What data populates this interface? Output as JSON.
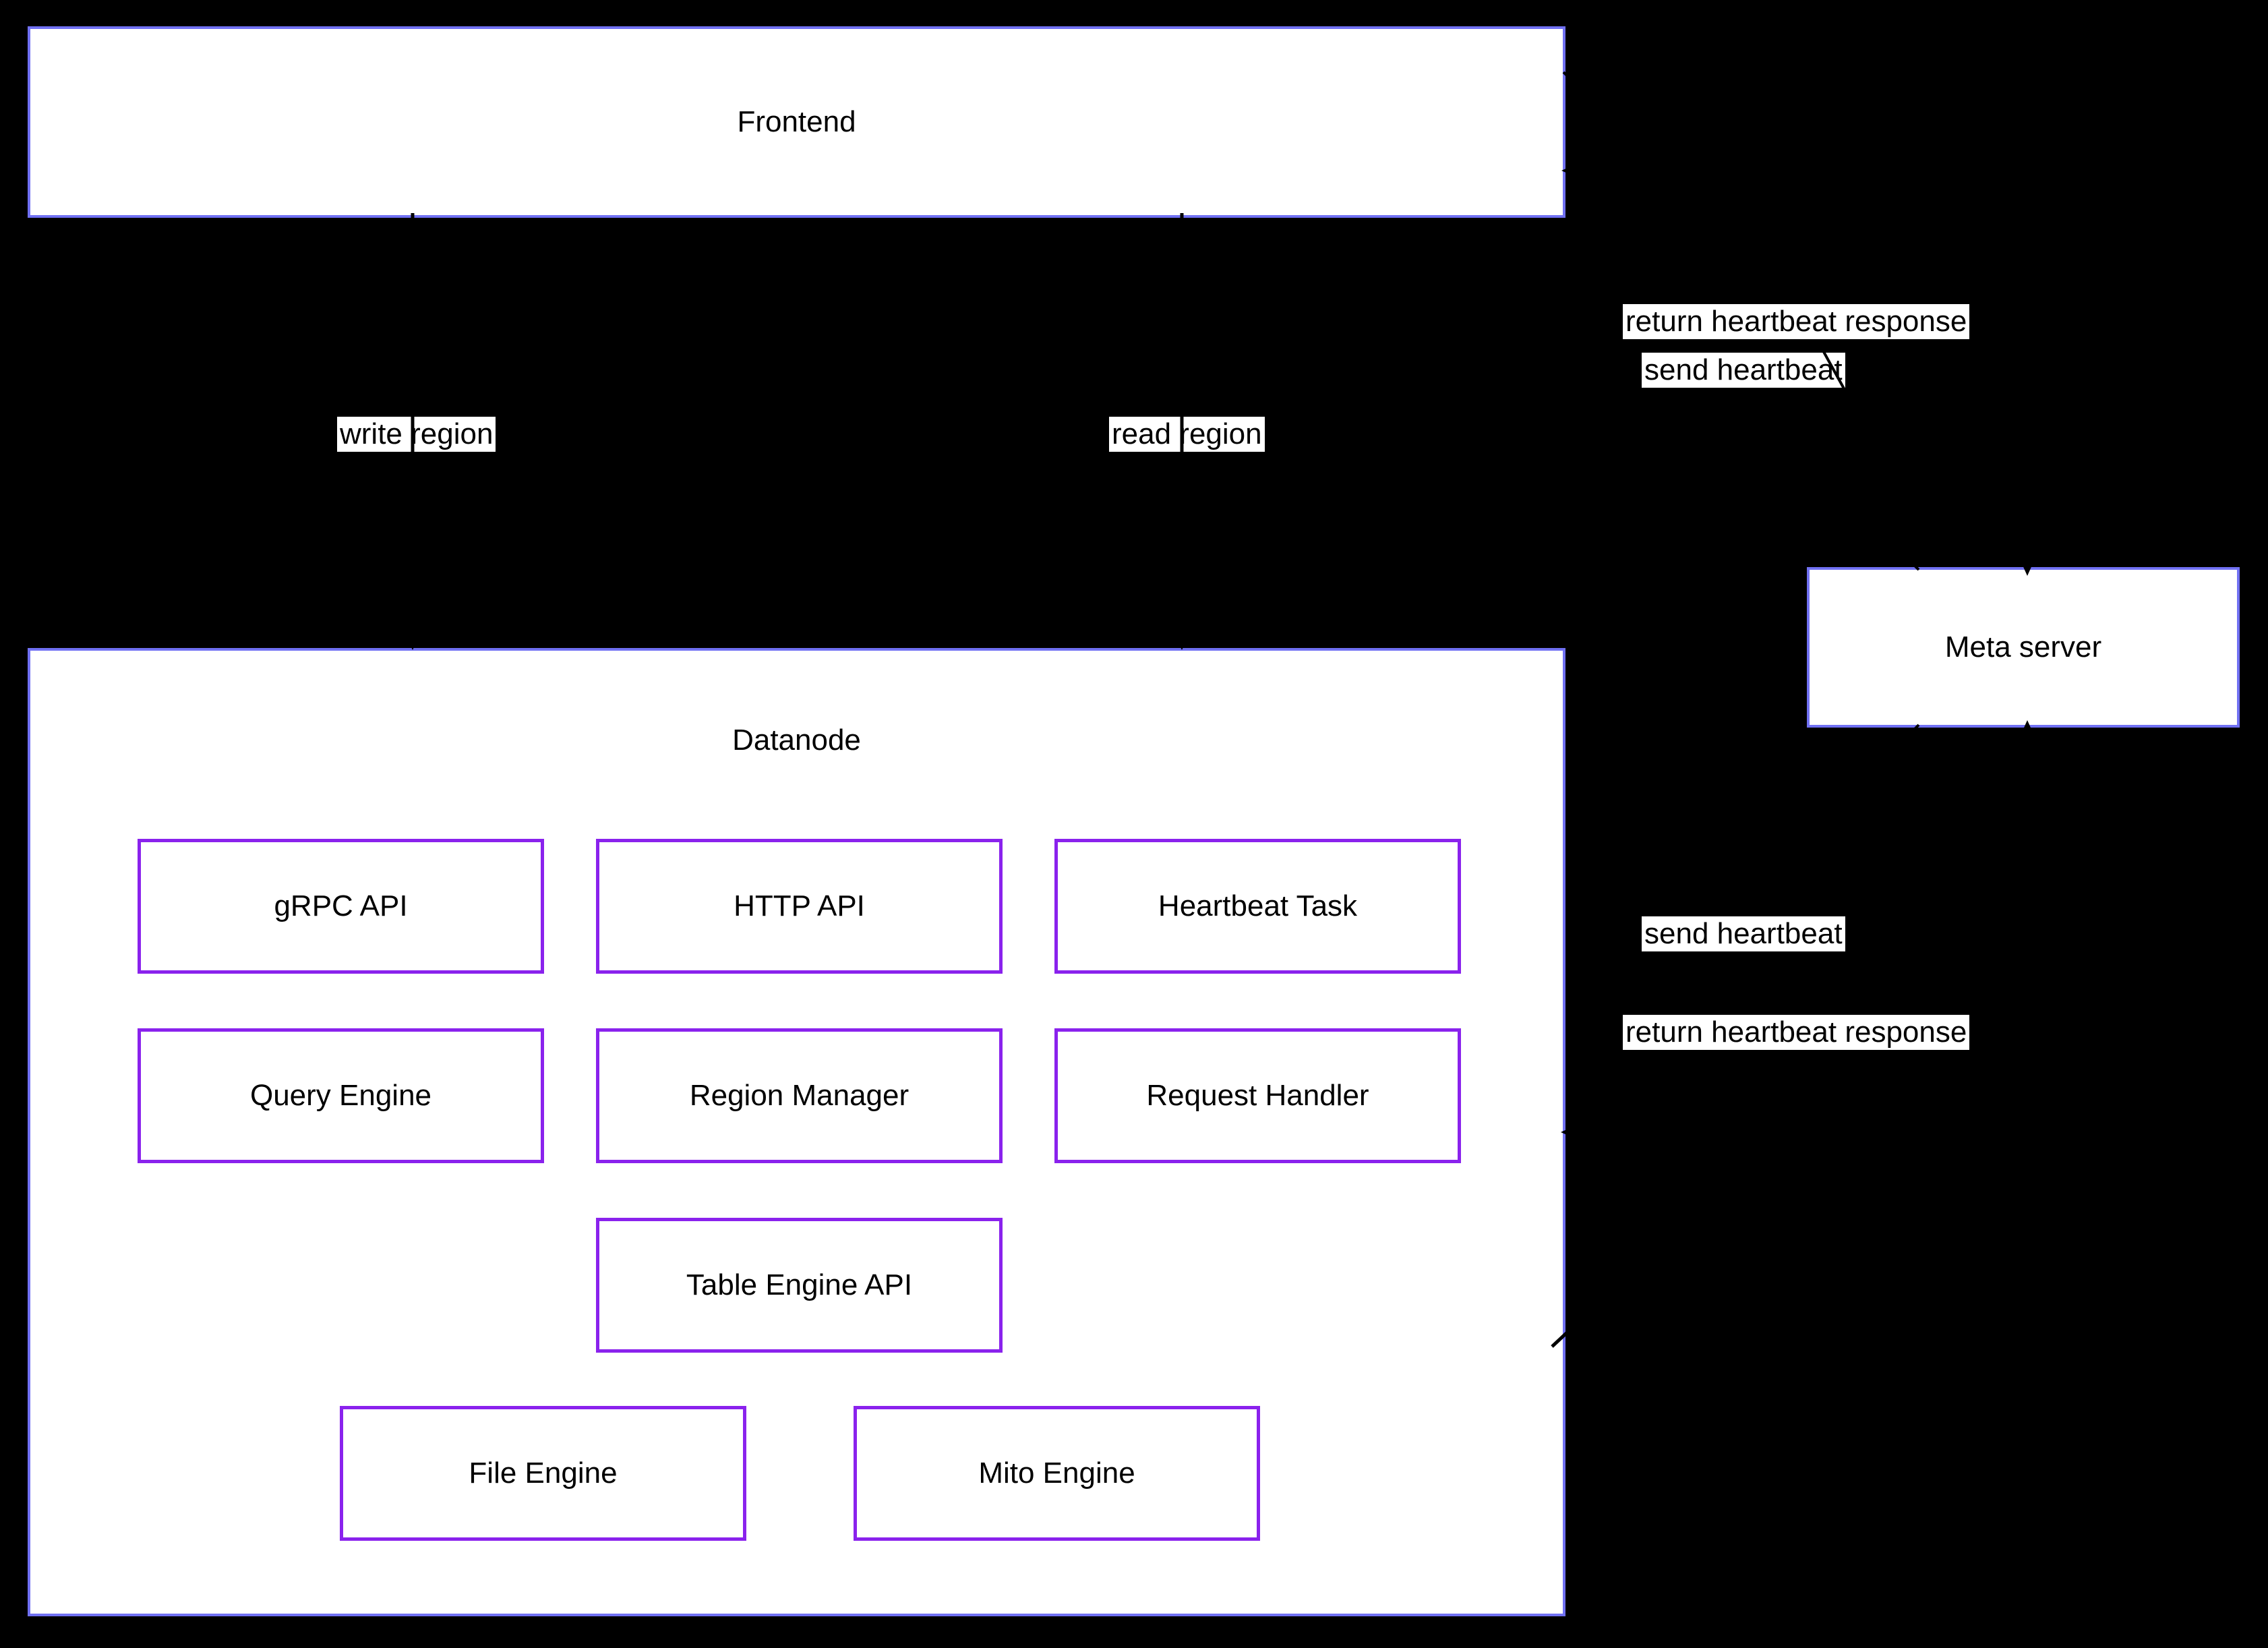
{
  "colors": {
    "background": "#000000",
    "outer_border": "#7171F3",
    "inner_border": "#8A22ED",
    "node_fill": "#FFFFFF",
    "text": "#000000",
    "edge": "#000000",
    "label_bg": "#FFFFFF"
  },
  "nodes": {
    "frontend": "Frontend",
    "datanode": "Datanode",
    "meta_server": "Meta server",
    "grpc_api": "gRPC API",
    "http_api": "HTTP API",
    "heartbeat_task": "Heartbeat Task",
    "query_engine": "Query Engine",
    "region_manager": "Region Manager",
    "request_handler": "Request Handler",
    "table_engine_api": "Table Engine API",
    "file_engine": "File Engine",
    "mito_engine": "Mito Engine"
  },
  "edge_labels": {
    "write_region": "write region",
    "read_region": "read region",
    "frontend_send_heartbeat": "send heartbeat",
    "frontend_return_heartbeat": "return heartbeat response",
    "datanode_send_heartbeat": "send heartbeat",
    "datanode_return_heartbeat": "return heartbeat response"
  }
}
